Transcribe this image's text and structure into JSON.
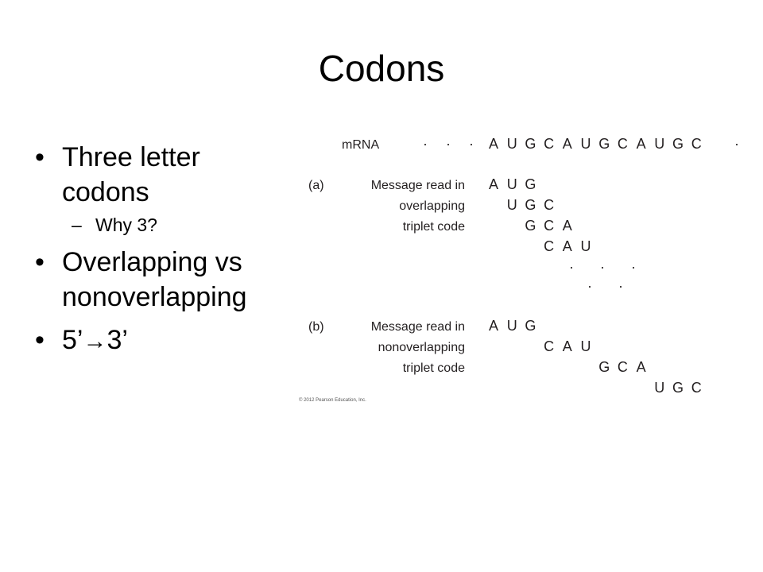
{
  "slide": {
    "title": "Codons",
    "bullets": [
      {
        "text": "Three letter codons"
      },
      {
        "text": "Why 3?"
      },
      {
        "text": "Overlapping vs nonoverlapping"
      },
      {
        "pre": "5’",
        "arrow": "→",
        "post": "3’"
      }
    ]
  },
  "figure": {
    "mrna_label": "mRNA",
    "dots": "· · ·",
    "sequence": [
      "A",
      "U",
      "G",
      "C",
      "A",
      "U",
      "G",
      "C",
      "A",
      "U",
      "G",
      "C"
    ],
    "trailing_dot": "·",
    "part_a": {
      "letter": "(a)",
      "lines": [
        "Message read in",
        "overlapping",
        "triplet code"
      ],
      "codons": [
        "A U G",
        "U G C",
        "G C A",
        "C A U"
      ]
    },
    "part_b": {
      "letter": "(b)",
      "lines": [
        "Message read in",
        "nonoverlapping",
        "triplet code"
      ],
      "codons": [
        "A U G",
        "C A U",
        "G C A",
        "U G C"
      ]
    },
    "highlight_color": "#1ea5d2",
    "copyright": "© 2012 Pearson Education, Inc."
  }
}
